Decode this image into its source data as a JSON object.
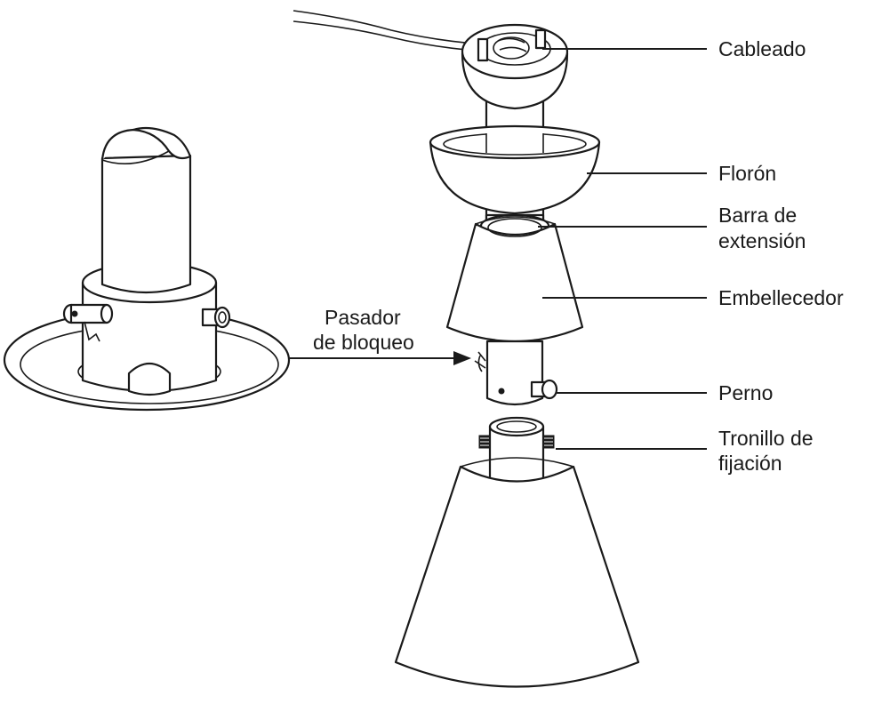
{
  "labels": {
    "wiring": "Cableado",
    "canopy": "Florón",
    "downrod_line1": "Barra de",
    "downrod_line2": "extensión",
    "trim": "Embellecedor",
    "pin": "Perno",
    "setscrew_line1": "Tronillo de",
    "setscrew_line2": "fijación",
    "lockpin_line1": "Pasador",
    "lockpin_line2": "de bloqueo"
  }
}
